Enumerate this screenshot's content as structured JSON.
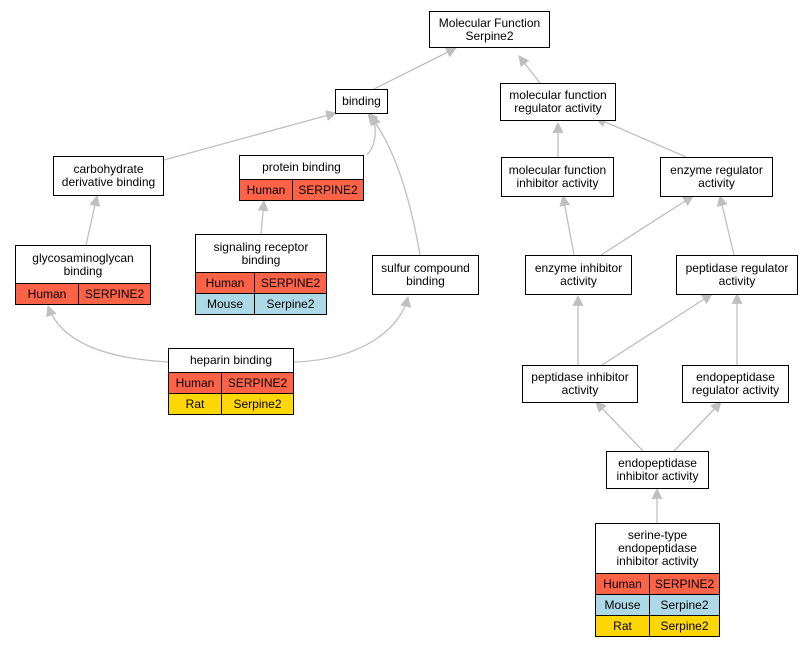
{
  "colors": {
    "Human": "#ff6347",
    "Mouse": "#add8e6",
    "Rat": "#ffd700",
    "edge": "#bfbfbf",
    "border": "#000000"
  },
  "nodes": {
    "molecular_function": {
      "label": "Molecular Function\nSerpine2",
      "annotations": []
    },
    "binding": {
      "label": "binding",
      "annotations": []
    },
    "mf_regulator": {
      "label": "molecular function\nregulator activity",
      "annotations": []
    },
    "carbohydrate_derivative": {
      "label": "carbohydrate\nderivative binding",
      "annotations": []
    },
    "protein_binding": {
      "label": "protein binding",
      "annotations": [
        {
          "species": "Human",
          "gene": "SERPINE2"
        }
      ]
    },
    "mf_inhibitor": {
      "label": "molecular function\ninhibitor activity",
      "annotations": []
    },
    "enzyme_regulator": {
      "label": "enzyme regulator\nactivity",
      "annotations": []
    },
    "glycosaminoglycan": {
      "label": "glycosaminoglycan\nbinding",
      "annotations": [
        {
          "species": "Human",
          "gene": "SERPINE2"
        }
      ]
    },
    "signaling_receptor": {
      "label": "signaling receptor\nbinding",
      "annotations": [
        {
          "species": "Human",
          "gene": "SERPINE2"
        },
        {
          "species": "Mouse",
          "gene": "Serpine2"
        }
      ]
    },
    "sulfur_compound": {
      "label": "sulfur compound\nbinding",
      "annotations": []
    },
    "enzyme_inhibitor": {
      "label": "enzyme inhibitor\nactivity",
      "annotations": []
    },
    "peptidase_regulator": {
      "label": "peptidase regulator\nactivity",
      "annotations": []
    },
    "heparin": {
      "label": "heparin binding",
      "annotations": [
        {
          "species": "Human",
          "gene": "SERPINE2"
        },
        {
          "species": "Rat",
          "gene": "Serpine2"
        }
      ]
    },
    "peptidase_inhibitor": {
      "label": "peptidase inhibitor\nactivity",
      "annotations": []
    },
    "endopeptidase_regulator": {
      "label": "endopeptidase\nregulator activity",
      "annotations": []
    },
    "endopeptidase_inhibitor": {
      "label": "endopeptidase\ninhibitor activity",
      "annotations": []
    },
    "serine_type": {
      "label": "serine-type\nendopeptidase\ninhibitor activity",
      "annotations": [
        {
          "species": "Human",
          "gene": "SERPINE2"
        },
        {
          "species": "Mouse",
          "gene": "Serpine2"
        },
        {
          "species": "Rat",
          "gene": "Serpine2"
        }
      ]
    }
  },
  "edges": [
    [
      "binding",
      "molecular_function"
    ],
    [
      "mf_regulator",
      "molecular_function"
    ],
    [
      "carbohydrate_derivative",
      "binding"
    ],
    [
      "protein_binding",
      "binding"
    ],
    [
      "sulfur_compound",
      "binding"
    ],
    [
      "mf_inhibitor",
      "mf_regulator"
    ],
    [
      "enzyme_regulator",
      "mf_regulator"
    ],
    [
      "glycosaminoglycan",
      "carbohydrate_derivative"
    ],
    [
      "signaling_receptor",
      "protein_binding"
    ],
    [
      "enzyme_inhibitor",
      "mf_inhibitor"
    ],
    [
      "enzyme_inhibitor",
      "enzyme_regulator"
    ],
    [
      "peptidase_regulator",
      "enzyme_regulator"
    ],
    [
      "heparin",
      "glycosaminoglycan"
    ],
    [
      "heparin",
      "sulfur_compound"
    ],
    [
      "peptidase_inhibitor",
      "enzyme_inhibitor"
    ],
    [
      "peptidase_inhibitor",
      "peptidase_regulator"
    ],
    [
      "endopeptidase_regulator",
      "peptidase_regulator"
    ],
    [
      "endopeptidase_inhibitor",
      "peptidase_inhibitor"
    ],
    [
      "endopeptidase_inhibitor",
      "endopeptidase_regulator"
    ],
    [
      "serine_type",
      "endopeptidase_inhibitor"
    ]
  ]
}
